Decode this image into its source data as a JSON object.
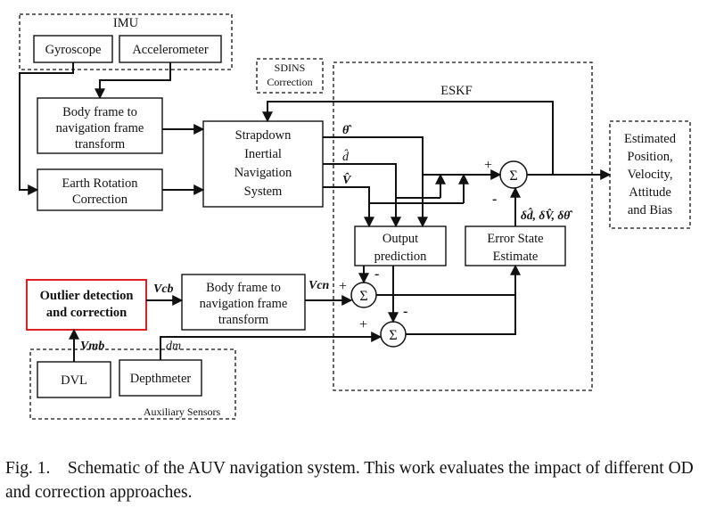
{
  "groups": {
    "imu": "IMU",
    "eskf": "ESKF",
    "sdins_correction": [
      "SDINS",
      "Correction"
    ],
    "auxiliary_sensors": "Auxiliary Sensors"
  },
  "blocks": {
    "gyroscope": "Gyroscope",
    "accelerometer": "Accelerometer",
    "body_frame_top": [
      "Body frame to",
      "navigation frame",
      "transform"
    ],
    "earth_rotation": [
      "Earth Rotation",
      "Correction"
    ],
    "sins": [
      "Strapdown",
      "Inertial",
      "Navigation",
      "System"
    ],
    "estimated_output": [
      "Estimated",
      "Position,",
      "Velocity,",
      "Attitude",
      "and Bias"
    ],
    "output_prediction": [
      "Output",
      "prediction"
    ],
    "error_state": [
      "Error State",
      "Estimate"
    ],
    "outlier": [
      "Outlier detection",
      "and correction"
    ],
    "body_frame_bottom": [
      "Body frame to",
      "navigation frame",
      "transform"
    ],
    "dvl": "DVL",
    "depthmeter": "Depthmeter"
  },
  "signals": {
    "theta_hat": "θ̂",
    "d_hat": "d̂",
    "v_hat": "V̂",
    "error_vector": "δd̂, δV̂, δθ̂",
    "vcb": "Vcb",
    "vcn": "Vcn",
    "vmb": "Vmb",
    "dm": "dm"
  },
  "signs": {
    "plus": "+",
    "minus": "-",
    "sum": "Σ"
  },
  "caption": {
    "label": "Fig. 1.",
    "text": "Schematic of the AUV navigation system. This work evaluates the impact of different OD and correction approaches."
  },
  "colors": {
    "outlier_border": "#e02020",
    "line": "#111111"
  }
}
